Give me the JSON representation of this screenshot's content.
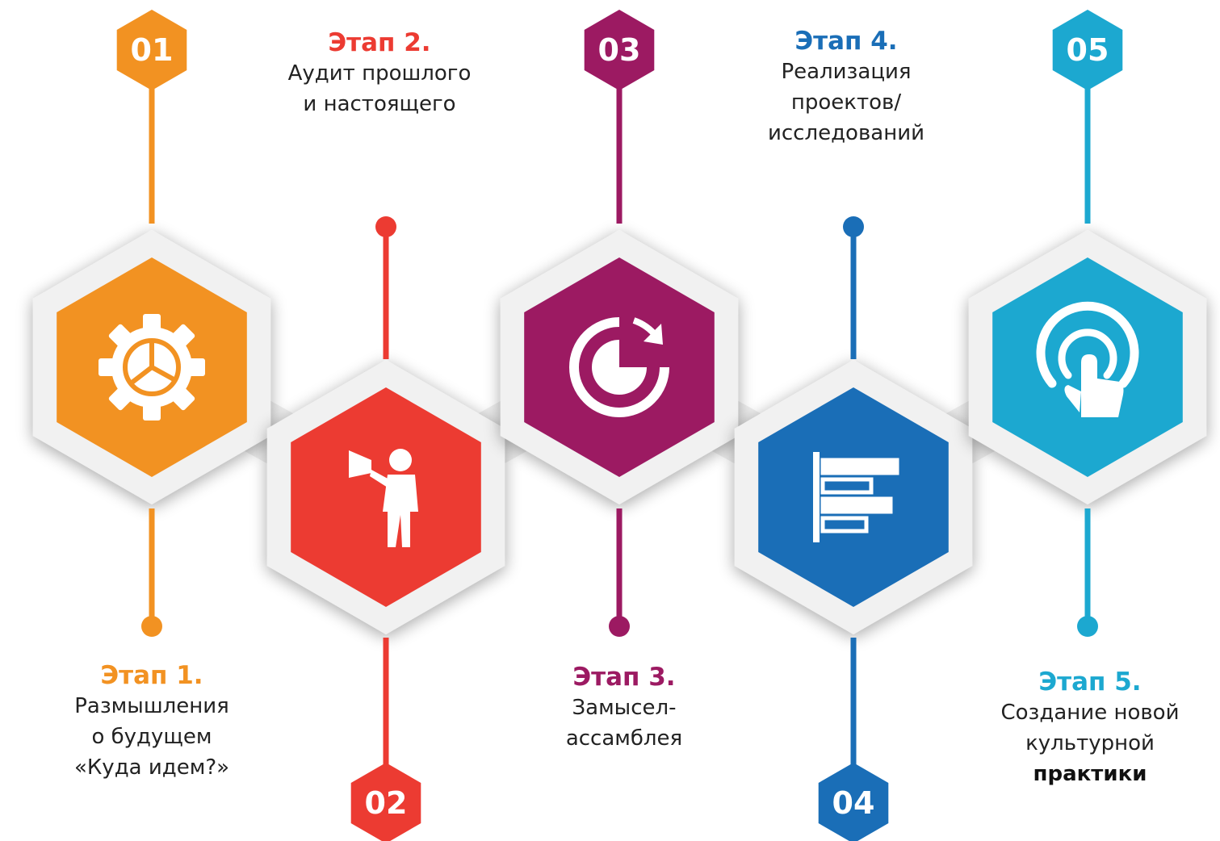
{
  "stages": [
    {
      "number": "01",
      "title": "Этап 1.",
      "lines": [
        {
          "text": "Размышления"
        },
        {
          "text": "о будущем"
        },
        {
          "text": "«Куда идем?»"
        }
      ],
      "color": "#F29222",
      "icon": "gear-pie-chart-icon"
    },
    {
      "number": "02",
      "title": "Этап 2.",
      "lines": [
        {
          "text": "Аудит прошлого"
        },
        {
          "text": "и настоящего"
        }
      ],
      "color": "#EC3B32",
      "icon": "person-megaphone-icon"
    },
    {
      "number": "03",
      "title": "Этап 3.",
      "lines": [
        {
          "text": "Замысел-"
        },
        {
          "text": "ассамблея"
        }
      ],
      "color": "#9C1A62",
      "icon": "pie-chart-refresh-icon"
    },
    {
      "number": "04",
      "title": "Этап 4.",
      "lines": [
        {
          "text": "Реализация"
        },
        {
          "text": "проектов/"
        },
        {
          "text": "исследований"
        }
      ],
      "color": "#1A6EB7",
      "icon": "horizontal-bar-chart-icon"
    },
    {
      "number": "05",
      "title": "Этап 5.",
      "lines": [
        {
          "text": "Создание новой"
        },
        {
          "text": "культурной"
        },
        {
          "text": "практики",
          "bold": true
        }
      ],
      "color": "#1CA8D0",
      "icon": "touch-tap-icon"
    }
  ]
}
